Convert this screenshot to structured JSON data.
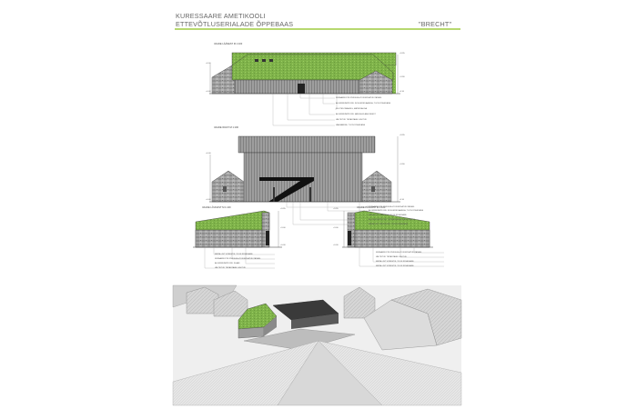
{
  "header": {
    "line1": "KURESSAARE AMETIKOOLI",
    "line2": "ETTEVÕTLUSERIALADE ÕPPEBAAS",
    "project": "\"BRECHT\""
  },
  "colors": {
    "accent": "#b7d870",
    "roof": "#7fb34a",
    "stone": "#9a9a9a",
    "glass": "#8c8c8c"
  },
  "elevations": {
    "west": {
      "title": "VAADE LÄÄNEST  M 1:100",
      "notes": [
        "KERAAMILISTE KIVIDEGA VOODERDATUD PANEEL",
        "ALUMIINIUMPROFIIL ISOLEERIKLAASIGA, TOON RÕHEDANE",
        "SILUTEDOMAHING, MATERJALINA",
        "ALUMIINIUMPROFIIL MÄLIGA KLAASI SEEST",
        "VALTSITUD TERASTAHE LIHVITUD",
        "VAHIMAKINE, TOON RÕHEDANE"
      ]
    },
    "east": {
      "title": "VAADE IDAST  M 1:100",
      "notes": [
        "KERAAMILISTE KIVIDEGA VOODERDATUD PANEEL",
        "ALUMIINIUMPROFIIL ISOLEERIKLAASIGA, TOON RÕHEDANE",
        "METALLIST VÕRESTIK, TOON RÕHEDANE",
        "ALUMIINIUMPROFIIL TÜÜBIAKNAGA KLAASI SEEST",
        "METALLIST TREPIVÕRE, TOON RÕHEDANE"
      ]
    },
    "south": {
      "title": "VAADE LÕUNAST  M 1:100",
      "notes": [
        "METALLIST VÕRESTIK, TOON RÕHEDANE",
        "KERAAMILISTE KIVIDEGA VOODERDATUD PANEEL",
        "ALUMIINIUMPROFIIL KLAAS",
        "VALTSITUD TERASTAHE LIHVITUD"
      ]
    },
    "north": {
      "title": "VAADE PÕHJAST  M 1:100",
      "notes": [
        "KERAAMILISTE KIVIDEGA VOODERDATUD PANEEL",
        "VALTSITUD TERASTAHE LIHVITUD",
        "METALLIST VÕRESTIK, TOON RÕHEDANE",
        "METALLIST VÕRESTIK, TOON RÕHEDANE"
      ]
    }
  },
  "levels": [
    "+9.95",
    "+6.00",
    "+3.90",
    "+3.00",
    "+0.00",
    "-0.10"
  ]
}
